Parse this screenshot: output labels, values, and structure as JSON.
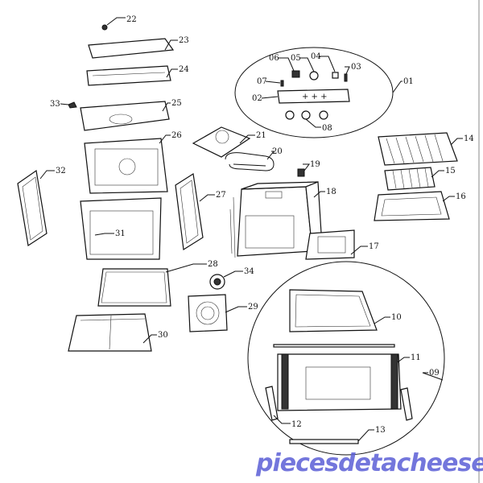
{
  "diagram": {
    "labels": {
      "p01": "01",
      "p02": "02",
      "p03": "03",
      "p04": "04",
      "p05": "05",
      "p06": "06",
      "p07": "07",
      "p08": "08",
      "p09": "09",
      "p10": "10",
      "p11": "11",
      "p12": "12",
      "p13": "13",
      "p14": "14",
      "p15": "15",
      "p16": "16",
      "p17": "17",
      "p18": "18",
      "p19": "19",
      "p20": "20",
      "p21": "21",
      "p22": "22",
      "p23": "23",
      "p24": "24",
      "p25": "25",
      "p26": "26",
      "p27": "27",
      "p28": "28",
      "p29": "29",
      "p30": "30",
      "p31": "31",
      "p32": "32",
      "p33": "33",
      "p34": "34"
    },
    "watermark": "piecesdetacheeselec.com",
    "colors": {
      "line": "#111111",
      "watermark": "#5b5fd6"
    }
  }
}
